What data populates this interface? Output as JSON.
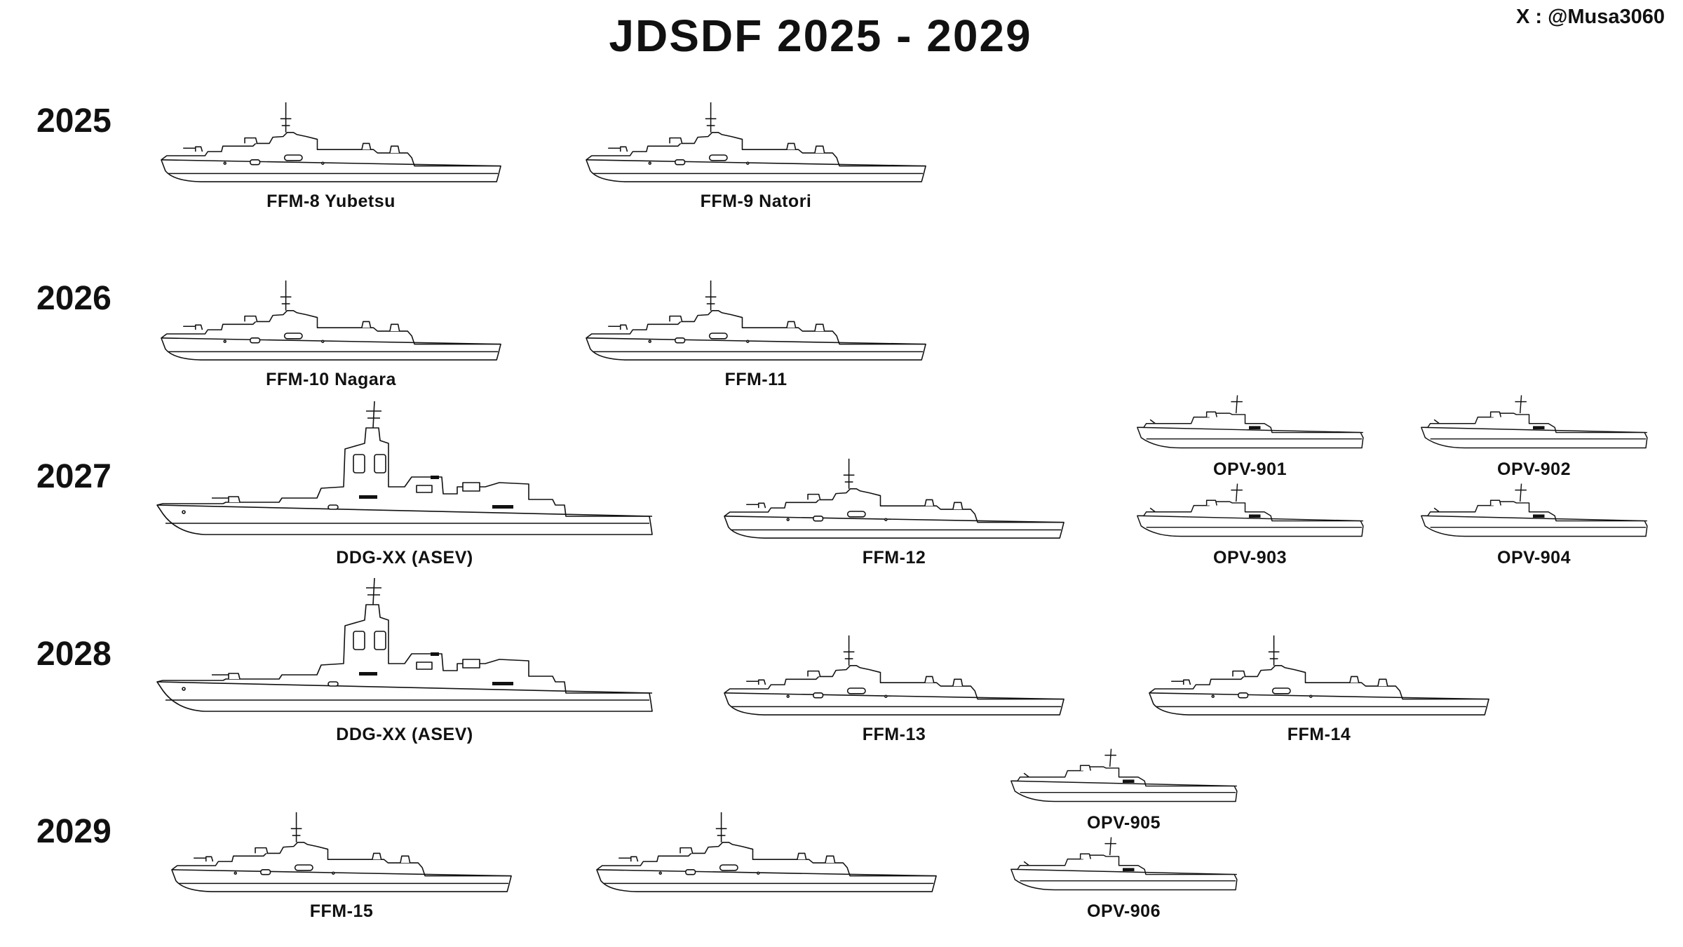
{
  "title": "JDSDF  2025 - 2029",
  "credit": "X : @Musa3060",
  "years": [
    "2025",
    "2026",
    "2027",
    "2028",
    "2029"
  ],
  "ships": [
    {
      "class": "ffm",
      "name": "FFM-8 Yubetsu"
    },
    {
      "class": "ffm",
      "name": "FFM-9 Natori"
    },
    {
      "class": "ffm",
      "name": "FFM-10 Nagara"
    },
    {
      "class": "ffm",
      "name": "FFM-11"
    },
    {
      "class": "asev",
      "name": "DDG-XX (ASEV)"
    },
    {
      "class": "ffm",
      "name": "FFM-12"
    },
    {
      "class": "opv",
      "name": "OPV-901"
    },
    {
      "class": "opv",
      "name": "OPV-902"
    },
    {
      "class": "opv",
      "name": "OPV-903"
    },
    {
      "class": "opv",
      "name": "OPV-904"
    },
    {
      "class": "asev",
      "name": "DDG-XX (ASEV)"
    },
    {
      "class": "ffm",
      "name": "FFM-13"
    },
    {
      "class": "ffm",
      "name": "FFM-14"
    },
    {
      "class": "opv",
      "name": "OPV-905"
    },
    {
      "class": "ffm",
      "name": "FFM-15"
    },
    {
      "class": "ffm",
      "name": ""
    },
    {
      "class": "opv",
      "name": "OPV-906"
    }
  ]
}
